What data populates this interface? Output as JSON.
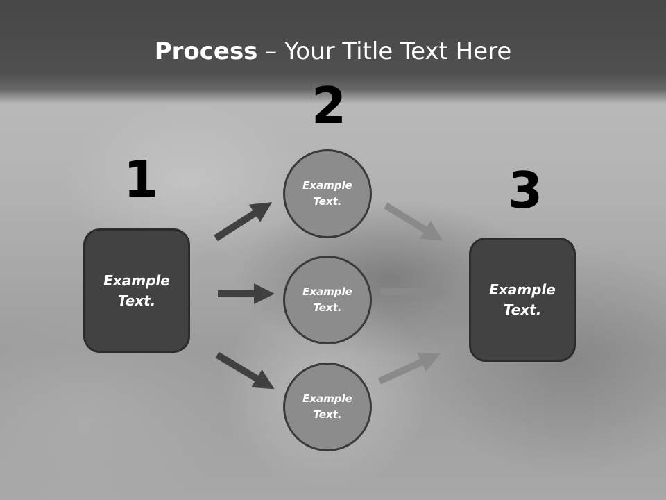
{
  "title": {
    "bold": "Process",
    "rest": " – Your Title Text Here"
  },
  "steps": {
    "one": "1",
    "two": "2",
    "three": "3"
  },
  "left_box": {
    "line1": "Example",
    "line2": "Text."
  },
  "right_box": {
    "line1": "Example",
    "line2": "Text."
  },
  "circles": [
    {
      "line1": "Example",
      "line2": "Text."
    },
    {
      "line1": "Example",
      "line2": "Text."
    },
    {
      "line1": "Example",
      "line2": "Text."
    }
  ],
  "colors": {
    "box_fill": "#424242",
    "circle_fill": "#8c8c8c",
    "arrow_dark": "#404040",
    "arrow_light": "#8a8a8a",
    "title_bar": "#474747"
  }
}
